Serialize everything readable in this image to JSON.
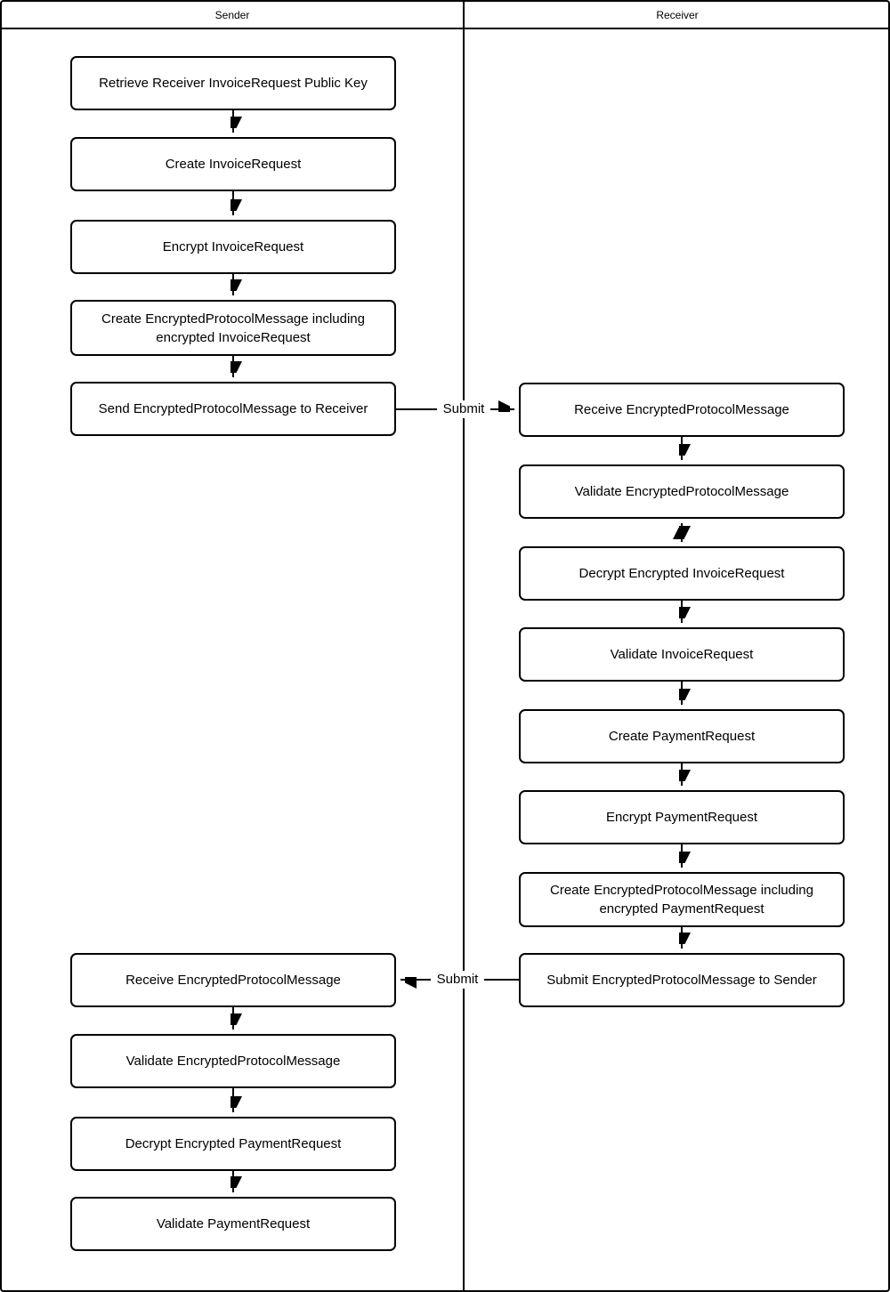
{
  "diagram": {
    "lanes": {
      "sender": "Sender",
      "receiver": "Receiver"
    },
    "sender_steps": [
      "Retrieve Receiver InvoiceRequest Public Key",
      "Create InvoiceRequest",
      "Encrypt InvoiceRequest",
      "Create EncryptedProtocolMessage including encrypted InvoiceRequest",
      "Send EncryptedProtocolMessage to Receiver",
      "Receive EncryptedProtocolMessage",
      "Validate EncryptedProtocolMessage",
      "Decrypt Encrypted PaymentRequest",
      "Validate PaymentRequest"
    ],
    "receiver_steps": [
      "Receive EncryptedProtocolMessage",
      "Validate EncryptedProtocolMessage",
      "Decrypt Encrypted InvoiceRequest",
      "Validate InvoiceRequest",
      "Create PaymentRequest",
      "Encrypt PaymentRequest",
      "Create EncryptedProtocolMessage including encrypted PaymentRequest",
      "Submit EncryptedProtocolMessage to Sender"
    ],
    "edge_labels": {
      "submit_to_receiver": "Submit",
      "submit_to_sender": "Submit"
    },
    "colors": {
      "stroke": "#000000",
      "background": "#ffffff"
    }
  }
}
